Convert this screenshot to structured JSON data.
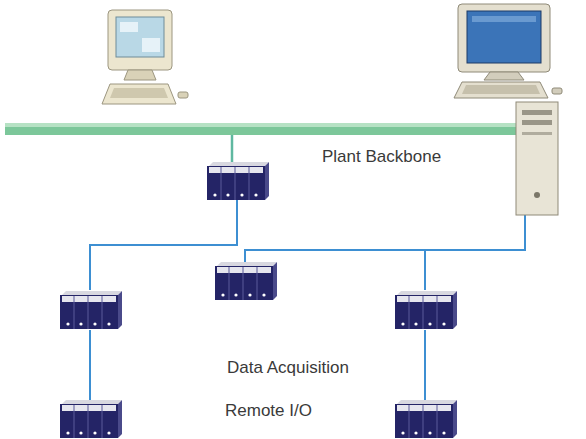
{
  "diagram": {
    "labels": [
      "Plant Backbone",
      "Data Acquisition",
      "Remote I/O"
    ]
  }
}
